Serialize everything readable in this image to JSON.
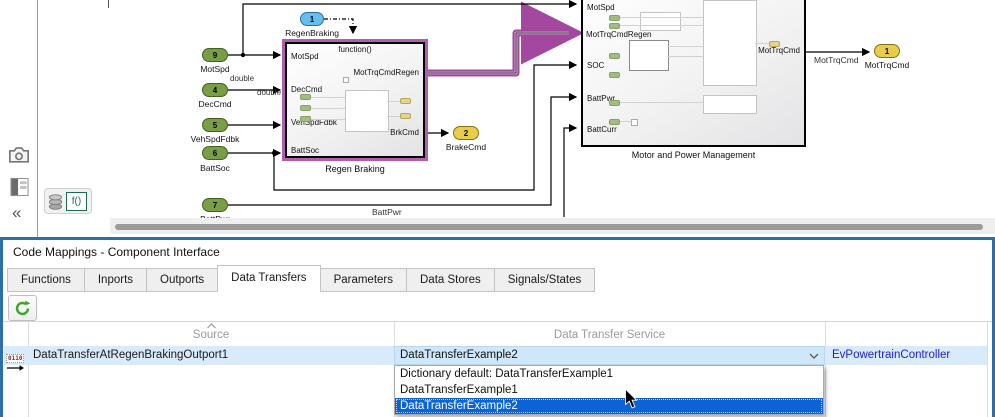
{
  "colors": {
    "panel_border": "#2d6da8",
    "selection_blue": "#d9ebfb",
    "combo_blue": "#cfe7fa",
    "option_highlight": "#0d63d3",
    "link_blue": "#1d1dd6",
    "trace_purple": "#a3479f",
    "port_green": "#7a9d48",
    "port_blue": "#67bdee",
    "port_yellow": "#e8cc4d",
    "refresh_green": "#3fa32d"
  },
  "toolbar_left": {
    "collapse_glyph": "«"
  },
  "canvas": {
    "inports": [
      {
        "num": "9",
        "label": "MotSpd"
      },
      {
        "num": "4",
        "label": "DecCmd"
      },
      {
        "num": "5",
        "label": "VehSpdFdbk"
      },
      {
        "num": "6",
        "label": "BattSoc"
      },
      {
        "num": "7",
        "label": "BattPwr"
      }
    ],
    "trigger_port": {
      "num": "1",
      "label": "RegenBraking"
    },
    "outports": [
      {
        "num": "2",
        "label": "BrakeCmd"
      },
      {
        "num": "1",
        "label": "MotTrqCmd"
      }
    ],
    "wire_labels": {
      "double_upper": "double",
      "double_lower": "double",
      "battpwr": "BattPwr",
      "mottrqcmd": "MotTrqCmd"
    },
    "regen_block": {
      "title": "Regen Braking",
      "trigger_label": "function()",
      "left_ports": [
        "MotSpd",
        "DecCmd",
        "VehSpdFdbk",
        "BattSoc"
      ],
      "right_ports": [
        "MotTrqCmdRegen",
        "BrkCmd"
      ]
    },
    "motor_block": {
      "title": "Motor and Power Management",
      "left_ports": [
        "MotSpd",
        "MotTrqCmdRegen",
        "SOC",
        "BattPwr",
        "BattCurr"
      ],
      "right_ports": [
        "MotTrqCmd"
      ]
    },
    "badge": {
      "fn_label": "f()"
    }
  },
  "panel": {
    "title": "Code Mappings - Component Interface",
    "tabs": [
      "Functions",
      "Inports",
      "Outports",
      "Data Transfers",
      "Parameters",
      "Data Stores",
      "Signals/States"
    ],
    "active_tab": "Data Transfers",
    "table": {
      "headers": {
        "source": "Source",
        "service": "Data Transfer Service"
      },
      "row": {
        "icon_text": "0110",
        "source": "DataTransferAtRegenBrakingOutport1",
        "service": "DataTransferExample2",
        "component": "EvPowertrainController"
      },
      "dropdown_options": [
        "Dictionary default: DataTransferExample1",
        "DataTransferExample1",
        "DataTransferExample2"
      ]
    }
  }
}
